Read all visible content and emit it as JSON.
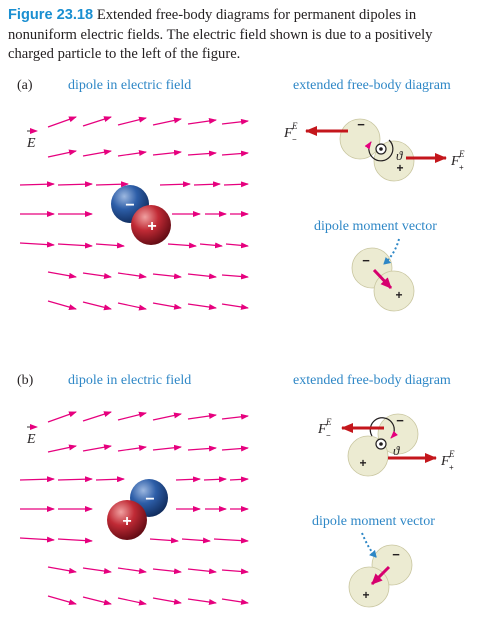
{
  "caption": {
    "figure_number": "Figure 23.18",
    "text": " Extended free-body diagrams for permanent dipoles in nonuniform electric fields. The electric field shown is due to a positively charged particle to the left of the figure."
  },
  "panels": [
    {
      "label": "(a)",
      "field_title": "dipole in electric field",
      "fbd_title": "extended free-body diagram",
      "moment_title": "dipole moment vector"
    },
    {
      "label": "(b)",
      "field_title": "dipole in electric field",
      "fbd_title": "extended free-body diagram",
      "moment_title": "dipole moment vector"
    }
  ],
  "symbols": {
    "field": "E",
    "force": "F",
    "force_superscript": "E",
    "plus": "+",
    "minus": "−",
    "angle": "ϑ"
  },
  "colors": {
    "field_lines": "#e6007e",
    "force_arrows": "#c4161c",
    "negative_charge": "#1f4e8c",
    "positive_charge": "#b0202c",
    "label_blue": "#2e87c6",
    "figure_blue": "#1a8fd1",
    "disc_fill": "#ecebd2"
  }
}
